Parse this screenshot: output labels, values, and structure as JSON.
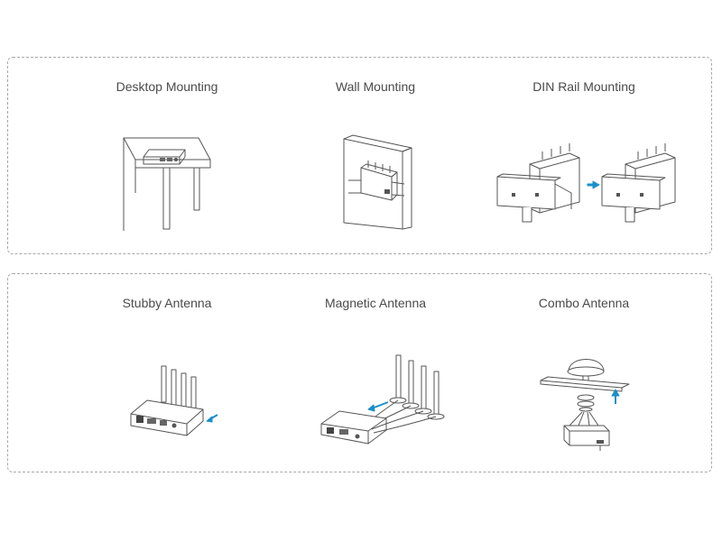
{
  "mounting": {
    "items": [
      {
        "label": "Desktop Mounting",
        "icon": "desktop-mounting-illustration"
      },
      {
        "label": "Wall Mounting",
        "icon": "wall-mounting-illustration"
      },
      {
        "label": "DIN Rail Mounting",
        "icon": "din-rail-mounting-illustration"
      }
    ]
  },
  "antenna": {
    "items": [
      {
        "label": "Stubby Antenna",
        "icon": "stubby-antenna-illustration"
      },
      {
        "label": "Magnetic Antenna",
        "icon": "magnetic-antenna-illustration"
      },
      {
        "label": "Combo Antenna",
        "icon": "combo-antenna-illustration"
      }
    ]
  },
  "colors": {
    "border": "#a8a8a8",
    "text": "#444444",
    "line": "#555555",
    "accent": "#1a8fc9"
  }
}
